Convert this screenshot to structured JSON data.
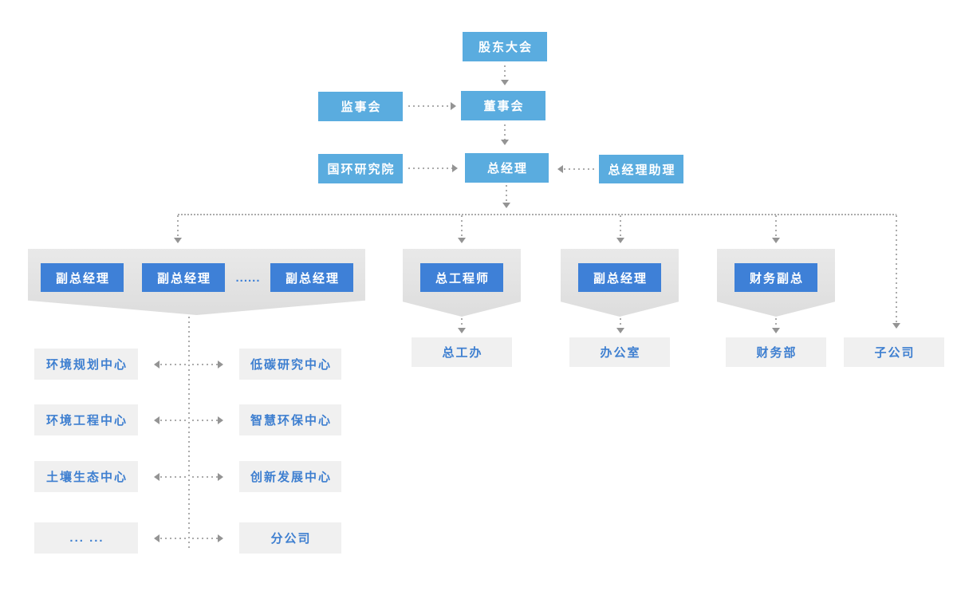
{
  "colors": {
    "light_blue": "#5aacdf",
    "dark_blue": "#3e80d7",
    "banner_gray": "#e3e3e3",
    "dept_gray": "#f0f0f0",
    "dept_text_blue": "#3e7fd0",
    "line_gray": "#ababab"
  },
  "nodes": {
    "shareholders_meeting": "股东大会",
    "supervisory_board": "监事会",
    "board_of_directors": "董事会",
    "research_institute": "国环研究院",
    "general_manager": "总经理",
    "gm_assistant": "总经理助理",
    "deputy_gm_1": "副总经理",
    "deputy_gm_2": "副总经理",
    "deputy_ellipsis": "......",
    "deputy_gm_3": "副总经理",
    "chief_engineer": "总工程师",
    "deputy_gm_admin": "副总经理",
    "finance_vp": "财务副总",
    "chief_engineer_office": "总工办",
    "admin_office": "办公室",
    "finance_dept": "财务部",
    "subsidiary": "子公司"
  },
  "dept_left": [
    "环境规划中心",
    "环境工程中心",
    "土壤生态中心",
    "... ..."
  ],
  "dept_right": [
    "低碳研究中心",
    "智慧环保中心",
    "创新发展中心",
    "分公司"
  ]
}
